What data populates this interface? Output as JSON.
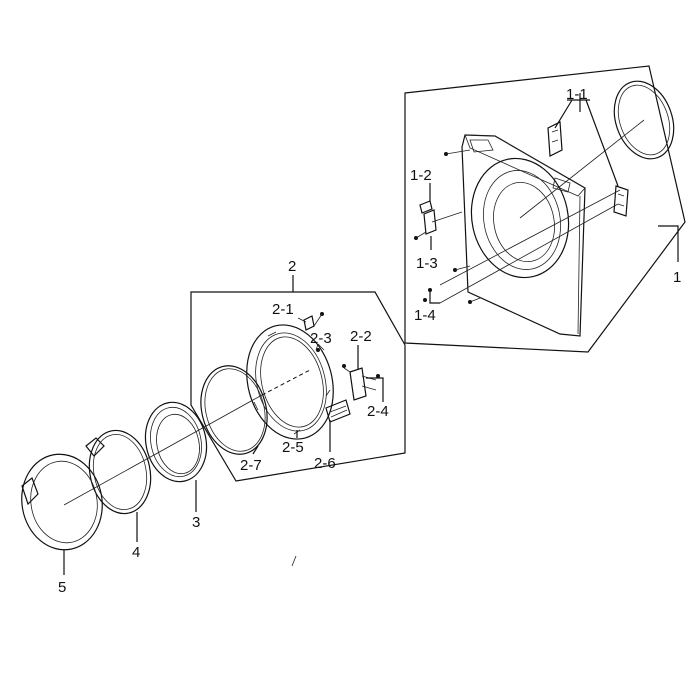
{
  "diagram": {
    "labels": {
      "l1": "1",
      "l1_1": "1-1",
      "l1_2": "1-2",
      "l1_3": "1-3",
      "l1_4": "1-4",
      "l2": "2",
      "l2_1": "2-1",
      "l2_2": "2-2",
      "l2_3": "2-3",
      "l2_4": "2-4",
      "l2_5": "2-5",
      "l2_6": "2-6",
      "l2_7": "2-7",
      "l3": "3",
      "l4": "4",
      "l5": "5"
    }
  }
}
